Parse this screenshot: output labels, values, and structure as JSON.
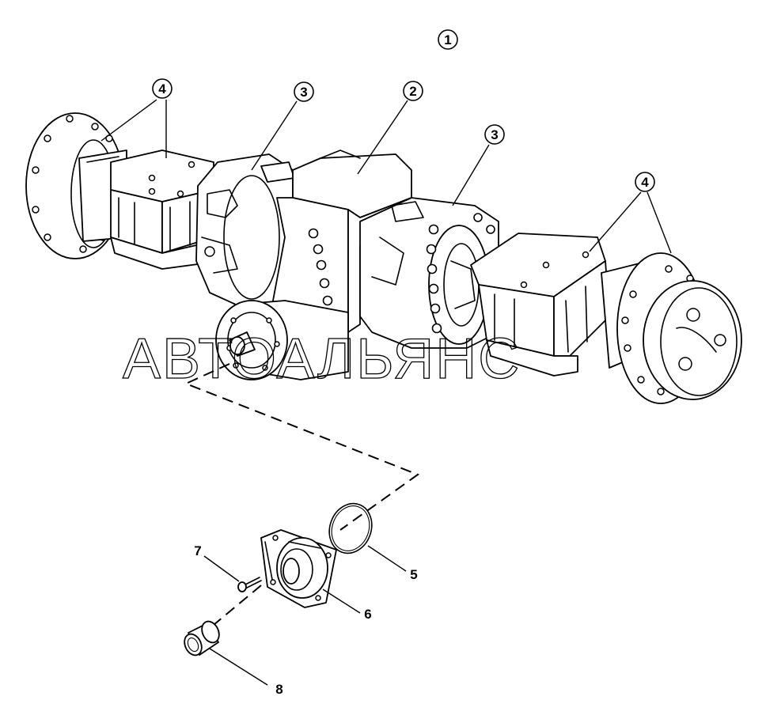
{
  "callouts": {
    "c1": "1",
    "c2": "2",
    "c3a": "3",
    "c3b": "3",
    "c4a": "4",
    "c4b": "4",
    "c5": "5",
    "c6": "6",
    "c7": "7",
    "c8": "8"
  },
  "watermark": "АВТОАЛЬЯНС"
}
